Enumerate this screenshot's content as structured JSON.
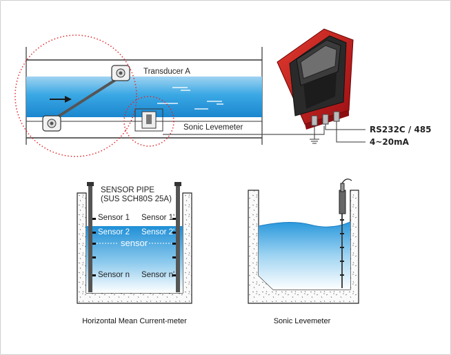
{
  "top_diagram": {
    "transducer_a_top": "Transducer A",
    "transducer_a_bottom": "Transducer A",
    "sonic_levelmeter": "Sonic Levemeter",
    "output_1": "RS232C / 485",
    "output_2": "4~20mA"
  },
  "left_diagram": {
    "sensor_pipe_line1": "SENSOR PIPE",
    "sensor_pipe_line2": "(SUS SCH80S 25A)",
    "sensor_1": "Sensor 1",
    "sensor_1p": "Sensor 1'",
    "sensor_2": "Sensor 2",
    "sensor_2p": "Sensor 2'",
    "sensor_center": "sensor",
    "sensor_n": "Sensor n",
    "sensor_np": "Sensor n'",
    "caption": "Horizontal Mean Current-meter"
  },
  "right_diagram": {
    "caption": "Sonic Levemeter"
  },
  "colors": {
    "water_light": "#bfe3f6",
    "water_mid": "#4fb0e2",
    "water_dark": "#1b7fc4",
    "device_red": "#c8161d",
    "dotted_circle": "#e0242a"
  }
}
